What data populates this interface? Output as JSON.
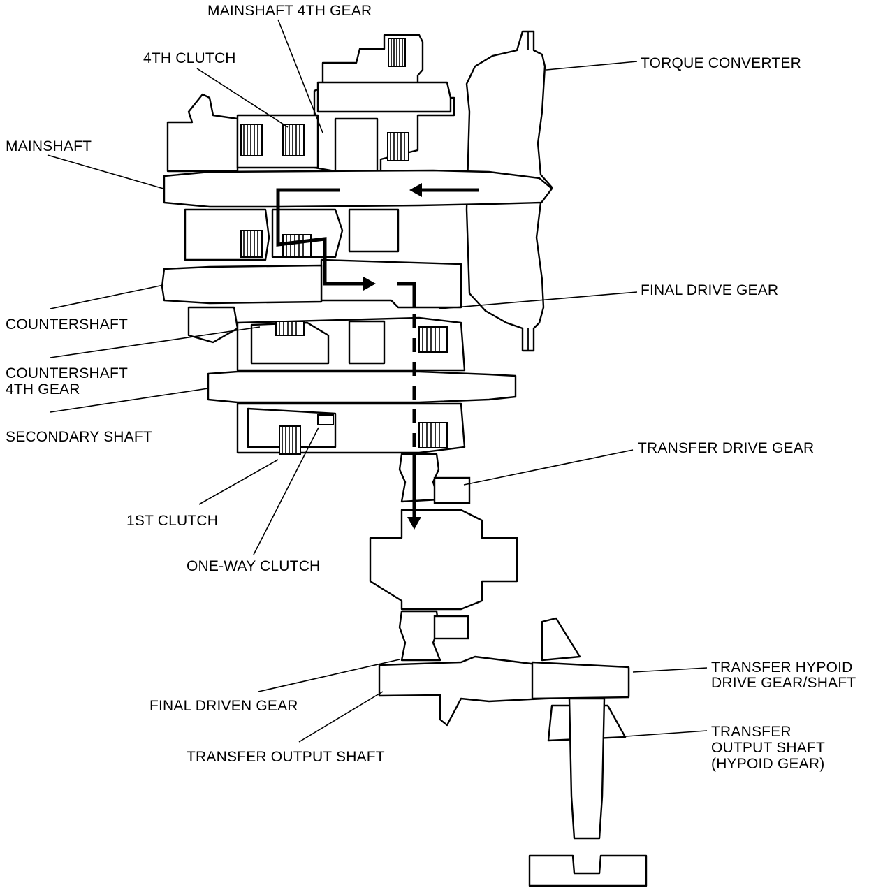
{
  "labels": {
    "mainshaft_4th_gear": "MAINSHAFT 4TH GEAR",
    "clutch_4th": "4TH CLUTCH",
    "torque_converter": "TORQUE CONVERTER",
    "mainshaft": "MAINSHAFT",
    "final_drive_gear": "FINAL DRIVE GEAR",
    "countershaft": "COUNTERSHAFT",
    "countershaft_4th_gear_line1": "COUNTERSHAFT",
    "countershaft_4th_gear_line2": "4TH GEAR",
    "secondary_shaft": "SECONDARY SHAFT",
    "transfer_drive_gear": "TRANSFER DRIVE GEAR",
    "clutch_1st": "1ST CLUTCH",
    "one_way_clutch": "ONE-WAY CLUTCH",
    "transfer_hypoid_line1": "TRANSFER HYPOID",
    "transfer_hypoid_line2": "DRIVE GEAR/SHAFT",
    "final_driven_gear": "FINAL DRIVEN GEAR",
    "transfer_output_shaft_line1": "TRANSFER",
    "transfer_output_shaft_line2": "OUTPUT SHAFT",
    "transfer_output_shaft_line3": "(HYPOID GEAR)",
    "transfer_output_shaft_lower": "TRANSFER OUTPUT SHAFT"
  },
  "colors": {
    "ink": "#000000",
    "background": "#ffffff"
  }
}
